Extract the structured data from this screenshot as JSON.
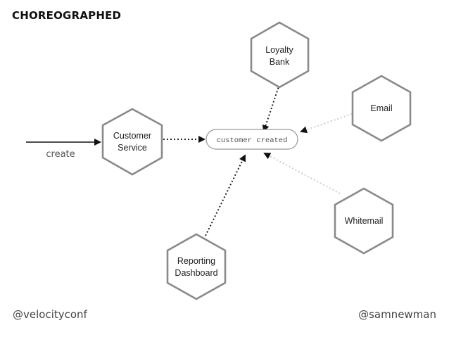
{
  "slide": {
    "title": "CHOREOGRAPHED",
    "footer_left": "@velocityconf",
    "footer_right": "@samnewman"
  },
  "diagram": {
    "input_label": "create",
    "event": "customer created",
    "nodes": {
      "customer_service": [
        "Customer",
        "Service"
      ],
      "loyalty_bank": [
        "Loyalty",
        "Bank"
      ],
      "email": [
        "Email"
      ],
      "whitemail": [
        "Whitemail"
      ],
      "reporting_dashboard": [
        "Reporting",
        "Dashboard"
      ]
    }
  },
  "colors": {
    "hex_stroke": "#8a8a8a",
    "connector_dark": "#222222",
    "connector_light": "#cfcfcf",
    "pill_stroke": "#9a9a9a"
  }
}
